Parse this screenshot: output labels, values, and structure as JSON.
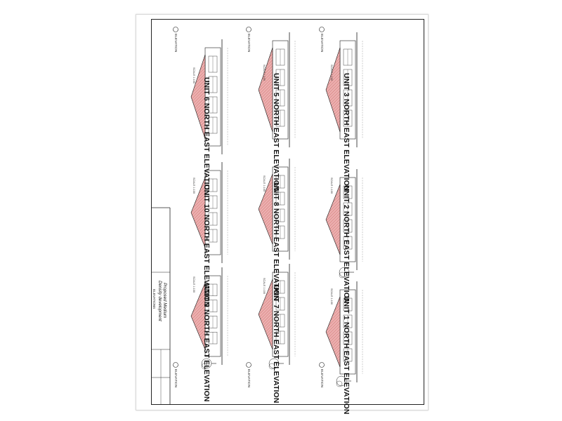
{
  "sheet": {
    "drawings": [
      {
        "id": "u1",
        "title": "UNIT 1 NORTH EAST ELEVATION",
        "scale": "SCALE 1:100",
        "elevation": "ELEVATION"
      },
      {
        "id": "u2",
        "title": "UNIT 2 NORTH EAST ELEVATION",
        "scale": "SCALE 1:100"
      },
      {
        "id": "u3",
        "title": "UNIT 3 NORTH EAST ELEVATION",
        "scale": "SCALE 1:100",
        "elevation": "ELEVATION"
      },
      {
        "id": "u5",
        "title": "UNIT 5 NORTH EAST ELEVATION",
        "scale": "SCALE 1:100",
        "elevation": "ELEVATION"
      },
      {
        "id": "u6",
        "title": "UNIT 6 NORTH EAST ELEVATION",
        "scale": "SCALE 1:100",
        "elevation": "ELEVATION"
      },
      {
        "id": "u7",
        "title": "UNIT 7 NORTH EAST ELEVATION",
        "scale": "SCALE 1:100",
        "elevation": "ELEVATION"
      },
      {
        "id": "u8",
        "title": "UNIT 8 NORTH EAST ELEVATION",
        "scale": "SCALE 1:100"
      },
      {
        "id": "u9",
        "title": "UNIT 9 NORTH EAST ELEVATION",
        "scale": "SCALE 1:100",
        "elevation": "ELEVATION"
      },
      {
        "id": "u10",
        "title": "UNIT 10 NORTH EAST ELEVATION",
        "scale": "SCALE 1:100"
      }
    ],
    "title_block": {
      "project_line1": "Proposed Medium",
      "project_line2": "Density development",
      "sheet_name": "ELEVATIONS"
    }
  },
  "colors": {
    "roof": "#e9a3a3",
    "roof_hatch": "#c0504d",
    "line": "#1a1a1a"
  }
}
